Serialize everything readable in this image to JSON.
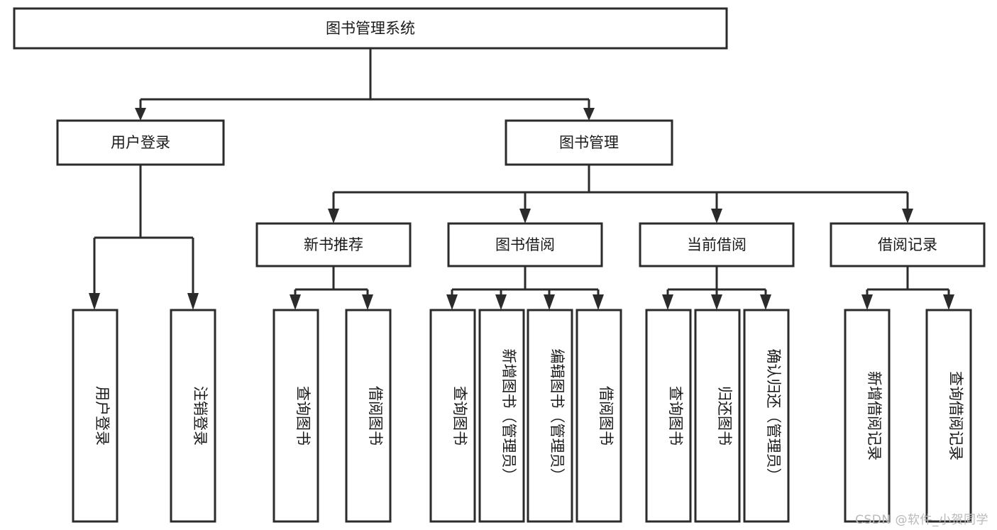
{
  "diagram": {
    "type": "tree-hierarchy-flowchart",
    "title": "图书管理系统",
    "colors": {
      "box_stroke": "#2b2b2b",
      "box_fill": "#ffffff",
      "connector": "#2b2b2b",
      "text": "#1a1a1a",
      "background": "#ffffff",
      "watermark": "#b9b9b9"
    },
    "root": {
      "label": "图书管理系统"
    },
    "level2": [
      {
        "label": "用户登录"
      },
      {
        "label": "图书管理"
      }
    ],
    "level3": [
      {
        "label": "新书推荐"
      },
      {
        "label": "图书借阅"
      },
      {
        "label": "当前借阅"
      },
      {
        "label": "借阅记录"
      }
    ],
    "leaves_user_login": [
      {
        "label": "用户登录"
      },
      {
        "label": "注销登录"
      }
    ],
    "leaves_new_book": [
      {
        "label": "查询图书"
      },
      {
        "label": "借阅图书"
      }
    ],
    "leaves_borrow": [
      {
        "label": "查询图书"
      },
      {
        "label": "新增图书（管理员）"
      },
      {
        "label": "编辑图书（管理员）"
      },
      {
        "label": "借阅图书"
      }
    ],
    "leaves_current": [
      {
        "label": "查询图书"
      },
      {
        "label": "归还图书"
      },
      {
        "label": "确认归还（管理员）"
      }
    ],
    "leaves_records": [
      {
        "label": "新增借阅记录"
      },
      {
        "label": "查询借阅记录"
      }
    ]
  },
  "watermark": {
    "text": "CSDN @软件_小贺同学"
  }
}
